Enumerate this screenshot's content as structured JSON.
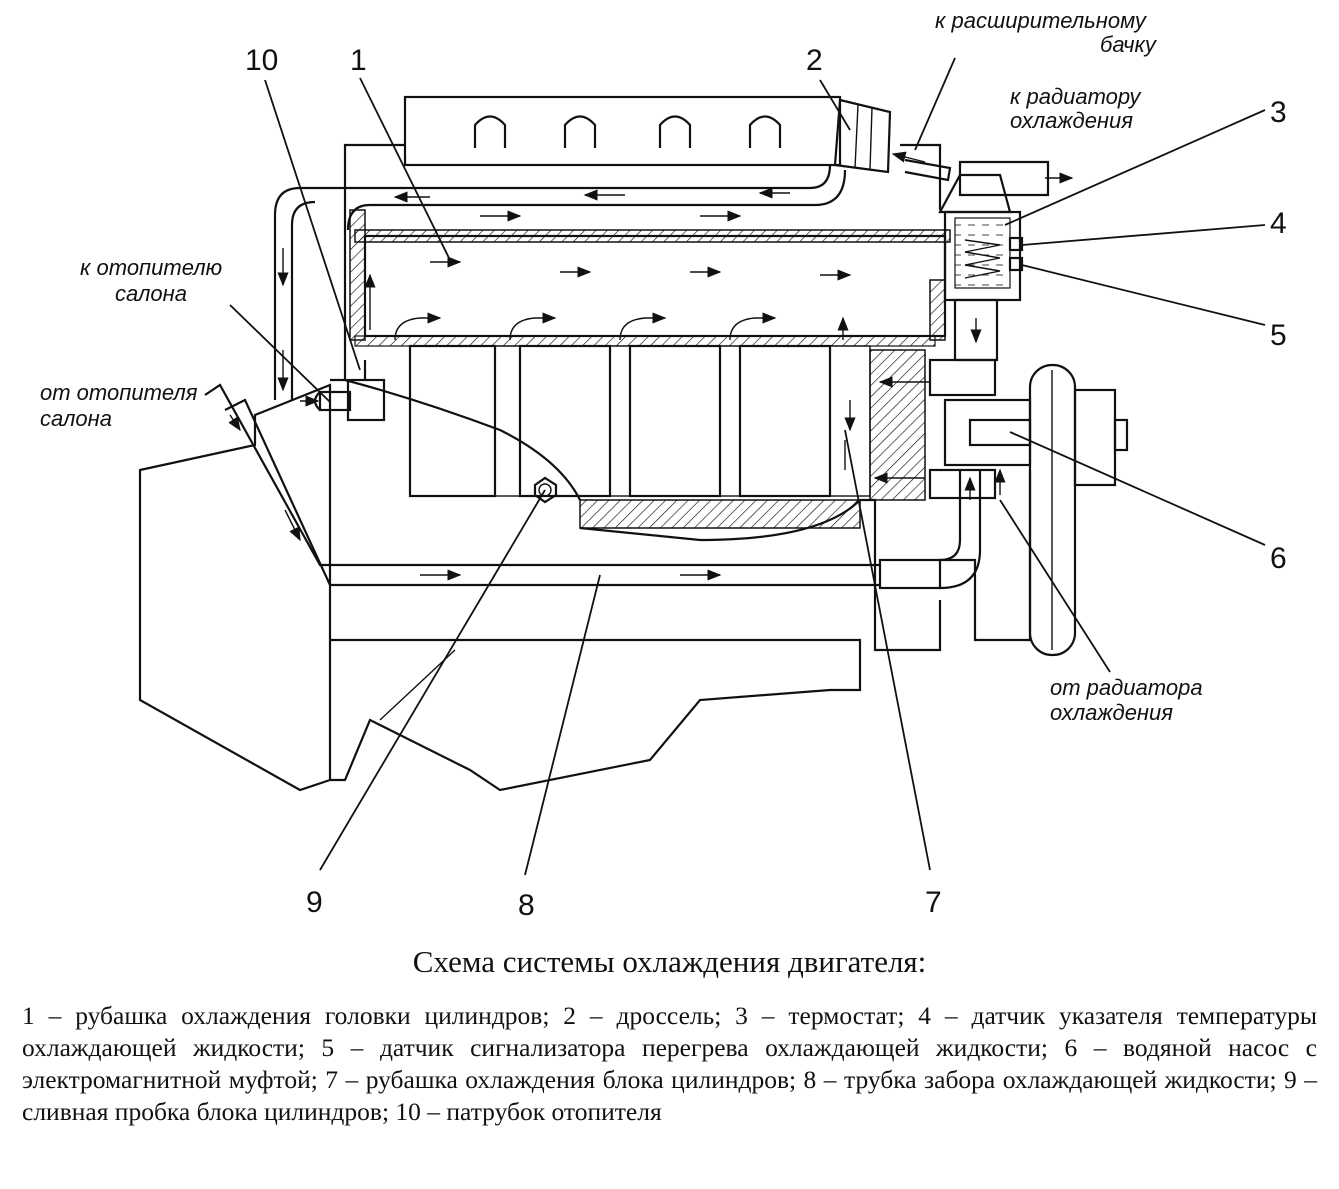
{
  "diagram": {
    "numbers": {
      "n1": "1",
      "n2": "2",
      "n3": "3",
      "n4": "4",
      "n5": "5",
      "n6": "6",
      "n7": "7",
      "n8": "8",
      "n9": "9",
      "n10": "10"
    },
    "labels": {
      "to_expansion_tank_1": "к расширительному",
      "to_expansion_tank_2": "бачку",
      "to_radiator_1": "к радиатору",
      "to_radiator_2": "охлаждения",
      "to_heater_1": "к отопителю",
      "to_heater_2": "салона",
      "from_heater_1": "от отопителя",
      "from_heater_2": "салона",
      "from_radiator_1": "от радиатора",
      "from_radiator_2": "охлаждения"
    }
  },
  "caption": "Схема системы охлаждения двигателя:",
  "legend": "1 – рубашка охлаждения головки цилиндров; 2 – дроссель; 3 – термостат; 4 – датчик указателя температуры охлаждающей жидкости; 5 – датчик сигнализатора перегрева охлаждающей жидкости; 6 – водяной насос с электромагнитной муфтой; 7 – рубашка охлаждения блока цилиндров; 8 – трубка забора охлаждающей жидкости; 9 – сливная пробка блока цилиндров; 10 – патрубок отопителя"
}
